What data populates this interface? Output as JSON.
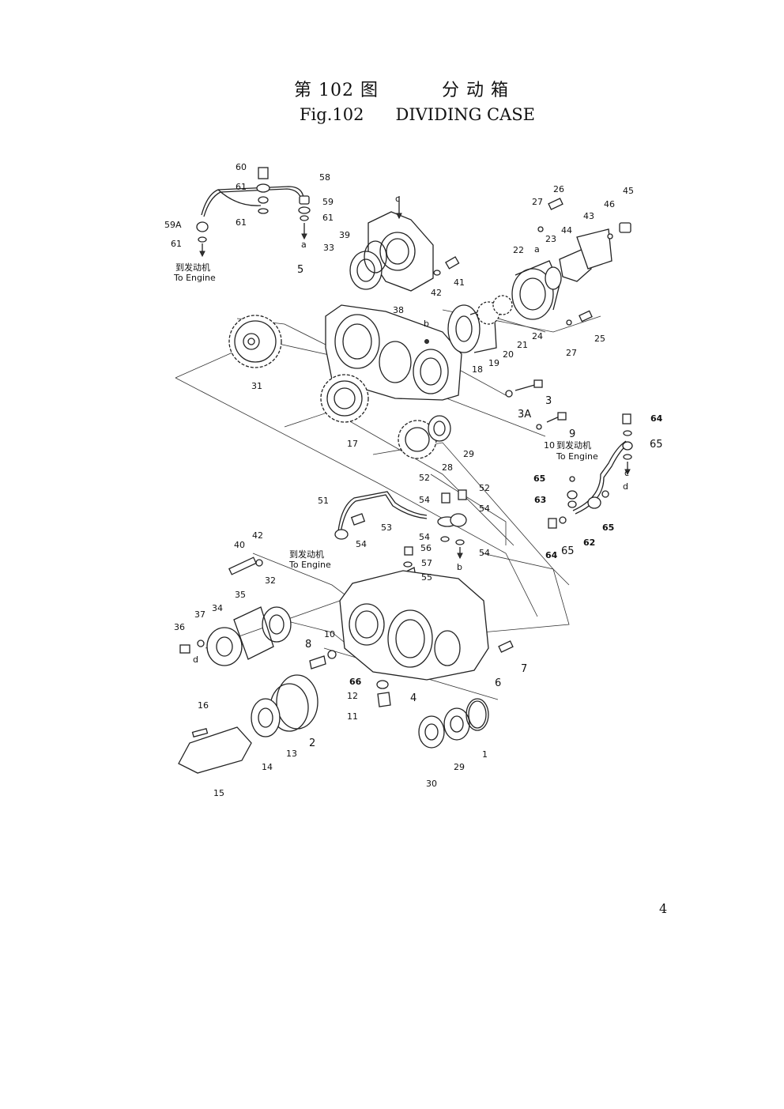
{
  "header": {
    "title_cn": "第 102 图          分 动 箱",
    "title_en": "Fig.102      DIVIDING CASE"
  },
  "page_number": "4",
  "callouts": {
    "n1": "1",
    "n2": "2",
    "n3": "3",
    "n3a": "3A",
    "n4": "4",
    "n5": "5",
    "n6": "6",
    "n7": "7",
    "n8": "8",
    "n9": "9",
    "n10a": "10",
    "n10b": "10",
    "n11": "11",
    "n12": "12",
    "n13": "13",
    "n14": "14",
    "n15": "15",
    "n16": "16",
    "n17": "17",
    "n18": "18",
    "n19": "19",
    "n20": "20",
    "n21": "21",
    "n22": "22",
    "n23": "23",
    "n24": "24",
    "n25": "25",
    "n26": "26",
    "n27a": "27",
    "n27b": "27",
    "n28": "28",
    "n29a": "29",
    "n29b": "29",
    "n30": "30",
    "n31": "31",
    "n32": "32",
    "n33": "33",
    "n34": "34",
    "n35": "35",
    "n36": "36",
    "n37": "37",
    "n38": "38",
    "n39": "39",
    "n40": "40",
    "n41": "41",
    "n42a": "42",
    "n42b": "42",
    "n43": "43",
    "n44": "44",
    "n45": "45",
    "n46": "46",
    "n51": "51",
    "n52a": "52",
    "n52b": "52",
    "n53": "53",
    "n54a": "54",
    "n54b": "54",
    "n54c": "54",
    "n54d": "54",
    "n54e": "54",
    "n55": "55",
    "n56": "56",
    "n57": "57",
    "n58": "58",
    "n59": "59",
    "n59a": "59A",
    "n60": "60",
    "n61a": "61",
    "n61b": "61",
    "n61c": "61",
    "n61d": "61",
    "n62": "62",
    "n63": "63",
    "n64a": "64",
    "n64b": "64",
    "n65a": "65",
    "n65b": "65",
    "n65c": "65",
    "n65d": "65",
    "n66": "66"
  },
  "refs": {
    "a1": "a",
    "a2": "a",
    "b1": "b",
    "b2": "b",
    "c1": "c",
    "c2": "c",
    "d1": "d",
    "d2": "d"
  },
  "destinations": {
    "to_engine_cn": "到发动机",
    "to_engine_en": "To Engine"
  }
}
